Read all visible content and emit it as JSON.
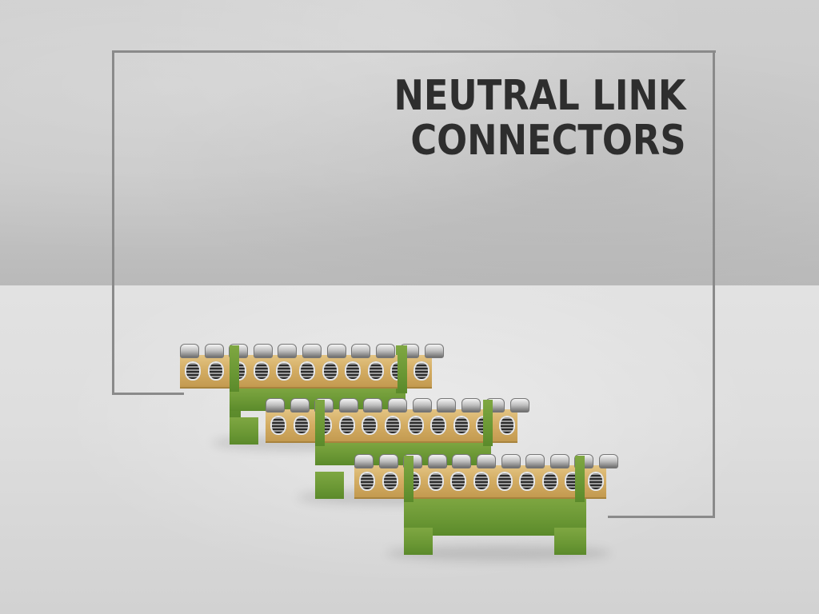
{
  "banner": {
    "title_lines": [
      "NEUTRAL LINK",
      "CONNECTORS"
    ],
    "title_color": "#2e2e2e",
    "frame_color": "#8a8a8a"
  },
  "product": {
    "name": "Neutral link connector",
    "count": 3,
    "terminals_per_bar": 11,
    "colors": {
      "brass": "#d3ac62",
      "din_mount": "#6a9734",
      "screw": "#c0c0c0"
    }
  },
  "scene": {
    "wall_color": "#c9c9c9",
    "floor_color": "#dedede"
  }
}
